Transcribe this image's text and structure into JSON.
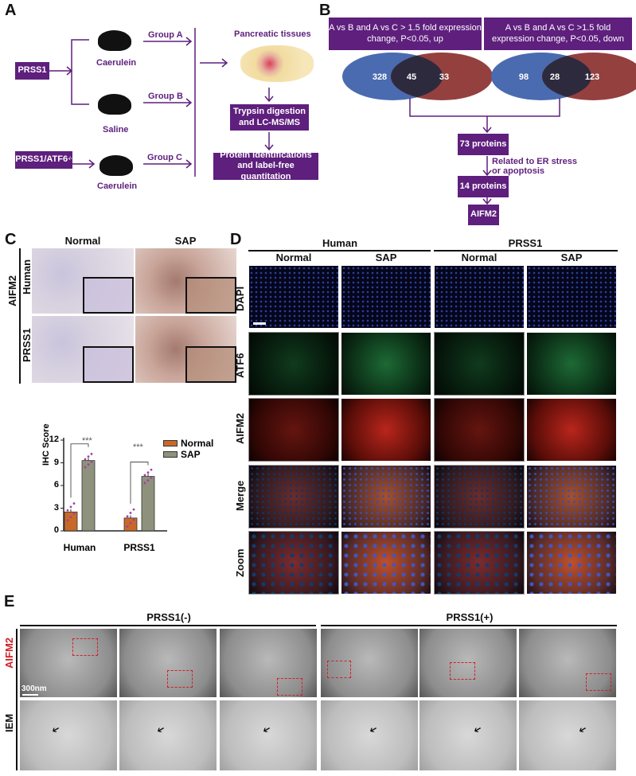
{
  "panels": {
    "a": "A",
    "b": "B",
    "c": "C",
    "d": "D",
    "e": "E"
  },
  "panel_a": {
    "prss1": "PRSS1",
    "prss1_atf6": "PRSS1/ATF6",
    "prss1_atf6_sup": "-/-",
    "treatments": [
      "Caerulein",
      "Saline",
      "Caerulein"
    ],
    "groups": [
      "Group A",
      "Group B",
      "Group C"
    ],
    "pancreatic_tissues": "Pancreatic tissues",
    "trypsin_digestion": "Trypsin digestion and LC-MS/MS",
    "protein_identification": "Protein identifications and label-free quantitation"
  },
  "panel_b": {
    "up_title": "A vs B and A vs C > 1.5 fold expression change, P<0.05, up",
    "down_title": "A vs B and A vs C >1.5 fold expression change, P<0.05, down",
    "venn_up": [
      "328",
      "45",
      "33"
    ],
    "venn_down": [
      "98",
      "28",
      "123"
    ],
    "proteins_73": "73 proteins",
    "filter_note": "Related to ER stress or apoptosis",
    "proteins_14": "14 proteins",
    "result": "AIFM2",
    "colors": {
      "blue": "#4a6bb0",
      "red": "#94403f",
      "overlap": "#2e2a3e",
      "purple": "#5e1f7d"
    }
  },
  "panel_c": {
    "columns": [
      "Normal",
      "SAP"
    ],
    "marker": "AIFM2",
    "rows": [
      "Human",
      "PRSS1"
    ]
  },
  "chart_data": {
    "type": "bar",
    "categories": [
      "Human",
      "PRSS1"
    ],
    "series": [
      {
        "name": "Normal",
        "values": [
          2.5,
          1.7
        ],
        "color": "#c8692a"
      },
      {
        "name": "SAP",
        "values": [
          9.3,
          7.2
        ],
        "color": "#8e917c"
      }
    ],
    "ylabel": "IHC Score",
    "ylim": [
      0,
      12
    ],
    "yticks": [
      "0",
      "3",
      "6",
      "9",
      "12"
    ],
    "significance": [
      "***",
      "***"
    ],
    "legend_position": "top-right",
    "point_color": "#a040a0"
  },
  "panel_d": {
    "groups": [
      "Human",
      "PRSS1"
    ],
    "columns": [
      "Normal",
      "SAP",
      "Normal",
      "SAP"
    ],
    "rows": [
      "DAPI",
      "ATF6",
      "AIFM2",
      "Merge",
      "Zoom"
    ]
  },
  "panel_e": {
    "groups": [
      "PRSS1(-)",
      "PRSS1(+)"
    ],
    "marker": "AIFM2",
    "method": "IEM",
    "scale_bar": "300nm"
  }
}
